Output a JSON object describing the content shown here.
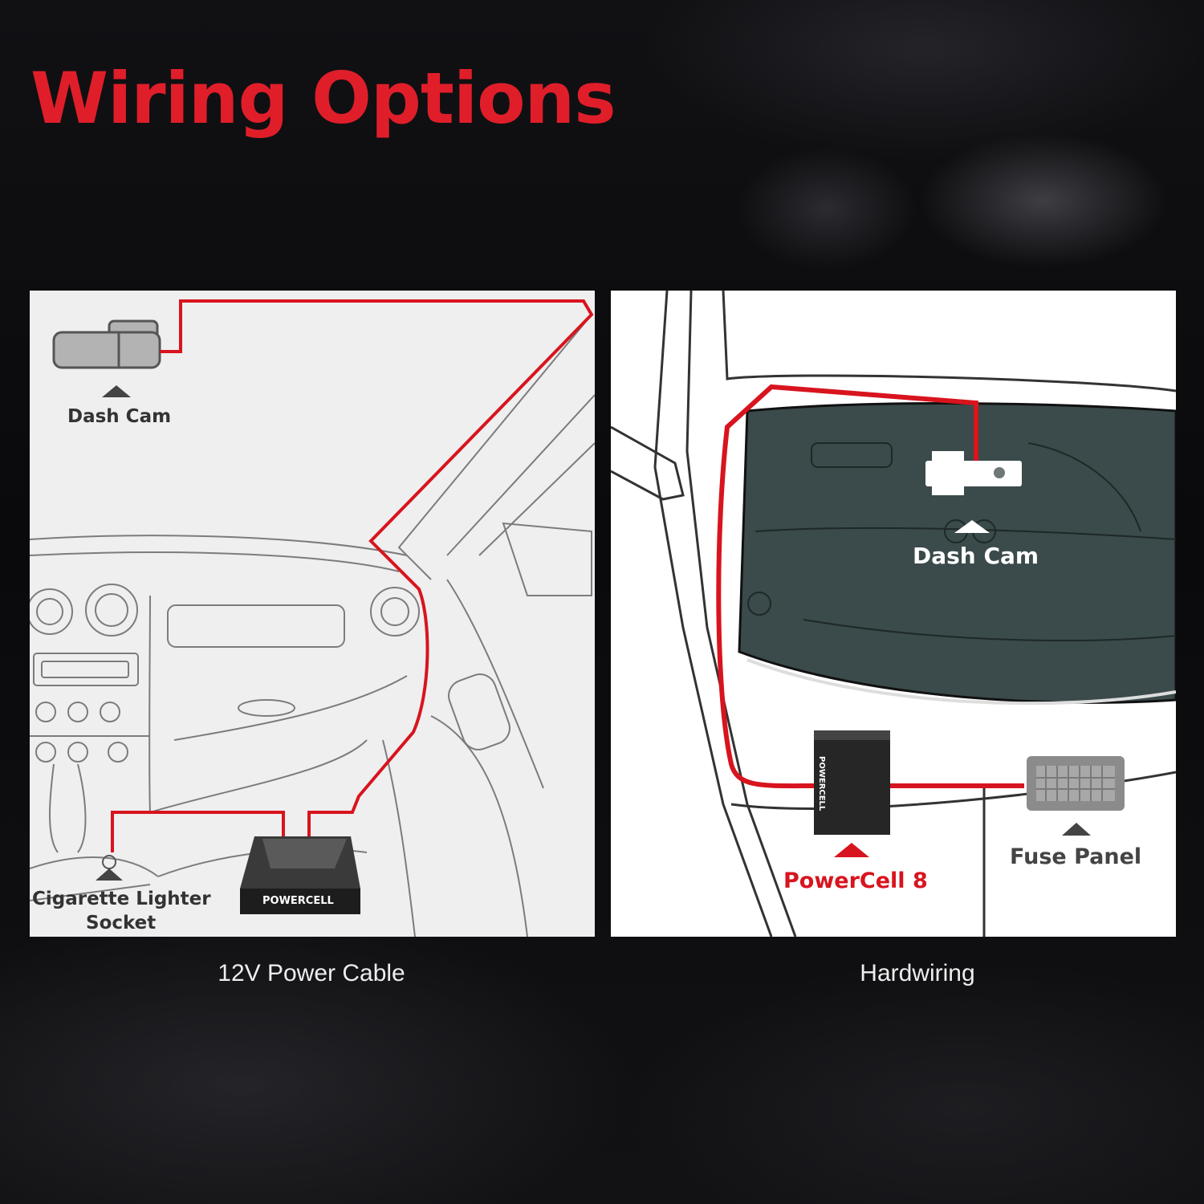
{
  "title": "Wiring Options",
  "colors": {
    "accent": "#e01e2a",
    "wire": "#d8141e",
    "panel_left": "#efefef",
    "panel_right": "#ffffff"
  },
  "left_panel": {
    "caption": "12V Power Cable",
    "dash_cam_label": "Dash Cam",
    "socket_label_line1": "Cigarette Lighter",
    "socket_label_line2": "Socket",
    "device_label": "POWERCELL"
  },
  "right_panel": {
    "caption": "Hardwiring",
    "dash_cam_label": "Dash Cam",
    "powercell_label": "PowerCell 8",
    "fuse_label": "Fuse Panel",
    "device_label": "POWERCELL"
  }
}
